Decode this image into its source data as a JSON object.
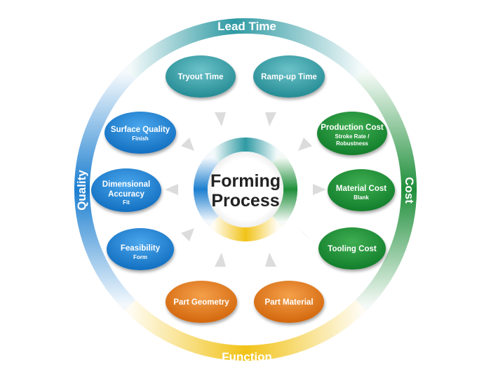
{
  "center": {
    "line1": "Forming",
    "line2": "Process"
  },
  "ring": {
    "top": "Lead Time",
    "right": "Cost",
    "bottom": "Function",
    "left": "Quality"
  },
  "colors": {
    "teal": "#2e9aa3",
    "green": "#1f8f3a",
    "yellow": "#f2c318",
    "blue": "#1c7fd0",
    "orange": "#e07414"
  },
  "nodes": {
    "tryout": {
      "label": "Tryout Time"
    },
    "rampup": {
      "label": "Ramp-up Time"
    },
    "production_cost": {
      "label": "Production Cost",
      "sub1": "Stroke Rate /",
      "sub2": "Robustness"
    },
    "material_cost": {
      "label": "Material Cost",
      "sub": "Blank"
    },
    "tooling_cost": {
      "label": "Tooling Cost"
    },
    "part_material": {
      "label": "Part Material"
    },
    "part_geometry": {
      "label": "Part Geometry"
    },
    "feasibility": {
      "label": "Feasibility",
      "sub": "Form"
    },
    "dimensional": {
      "label1": "Dimensional",
      "label2": "Accuracy",
      "sub": "Fit"
    },
    "surface": {
      "label": "Surface Quality",
      "sub": "Finish"
    }
  }
}
